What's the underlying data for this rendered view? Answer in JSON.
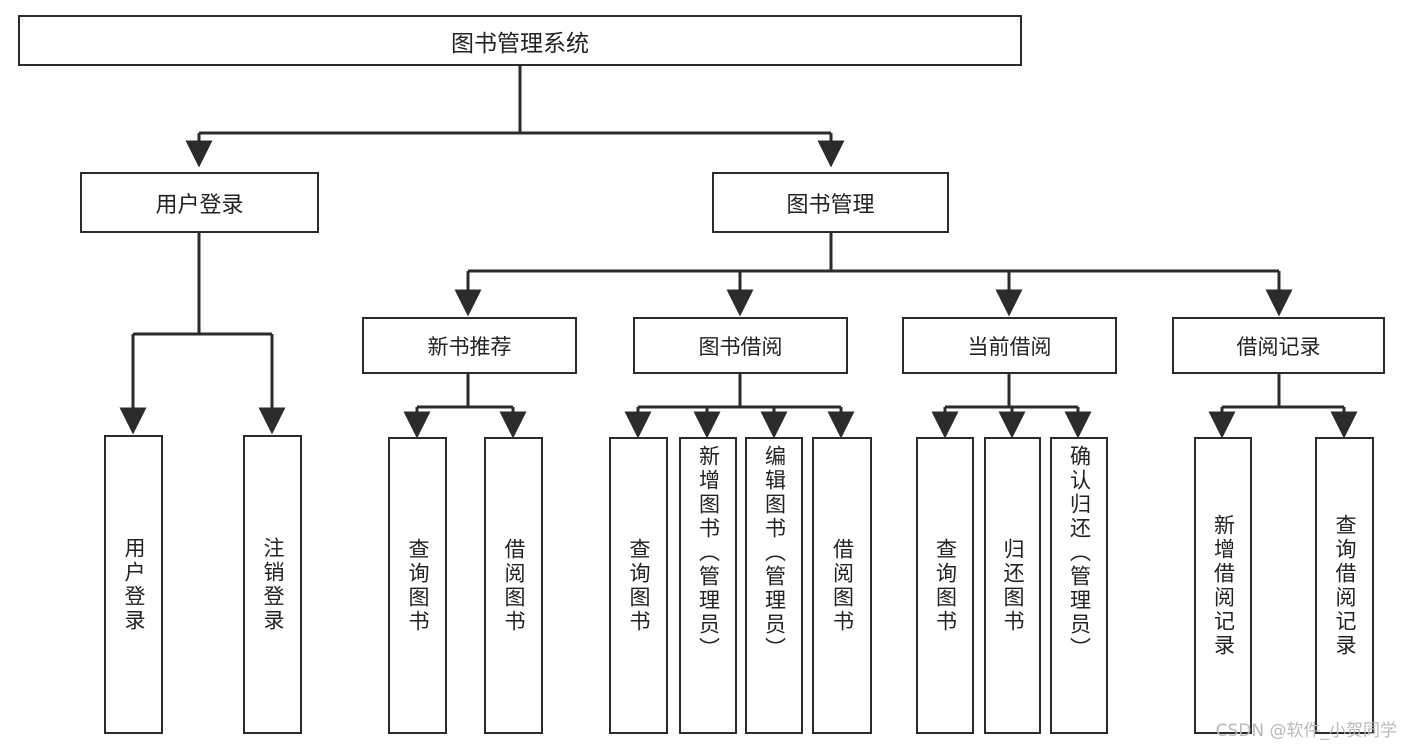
{
  "diagram": {
    "title": "图书管理系统",
    "type": "hierarchy-tree",
    "background": "#ffffff",
    "line_color": "#2b2b2b",
    "text_color": "#222222",
    "root": {
      "label": "图书管理系统",
      "children": [
        {
          "label": "用户登录",
          "children": [
            {
              "label": "用户登录"
            },
            {
              "label": "注销登录"
            }
          ]
        },
        {
          "label": "图书管理",
          "children": [
            {
              "label": "新书推荐",
              "children": [
                {
                  "label": "查询图书"
                },
                {
                  "label": "借阅图书"
                }
              ]
            },
            {
              "label": "图书借阅",
              "children": [
                {
                  "label": "查询图书"
                },
                {
                  "label": "新增图书（管理员）"
                },
                {
                  "label": "编辑图书（管理员）"
                },
                {
                  "label": "借阅图书"
                }
              ]
            },
            {
              "label": "当前借阅",
              "children": [
                {
                  "label": "查询图书"
                },
                {
                  "label": "归还图书"
                },
                {
                  "label": "确认归还（管理员）"
                }
              ]
            },
            {
              "label": "借阅记录",
              "children": [
                {
                  "label": "新增借阅记录"
                },
                {
                  "label": "查询借阅记录"
                }
              ]
            }
          ]
        }
      ]
    }
  },
  "watermark": {
    "text": "CSDN @软件_小贺同学"
  }
}
